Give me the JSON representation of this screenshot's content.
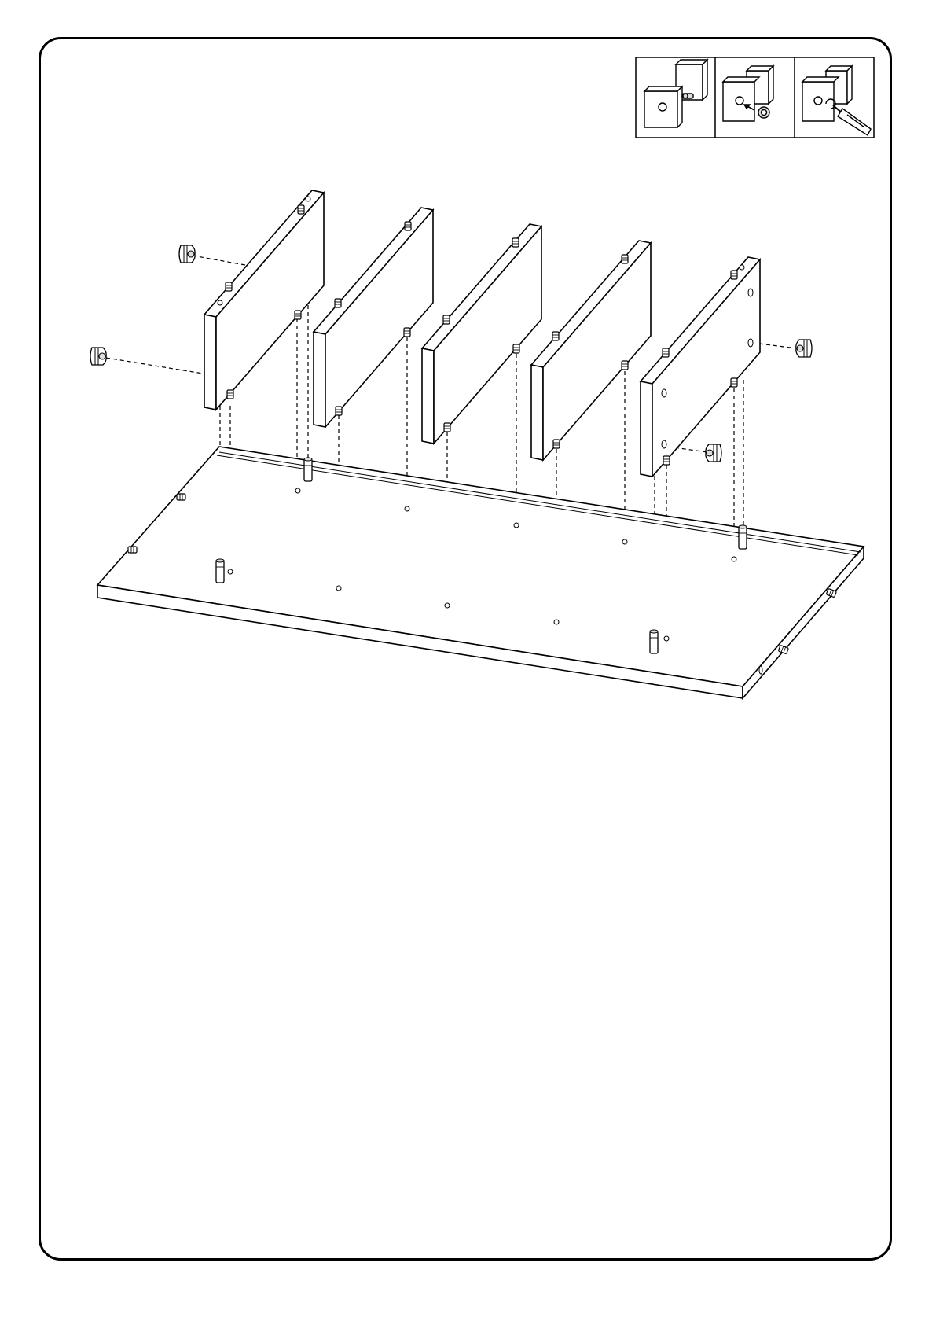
{
  "diagram": {
    "colors": {
      "line": "#000000",
      "fill": "#ffffff",
      "hardware": "#dddddd"
    },
    "panels": [
      {
        "name": "divider-panel-1"
      },
      {
        "name": "divider-panel-2"
      },
      {
        "name": "divider-panel-3"
      },
      {
        "name": "divider-panel-4"
      },
      {
        "name": "side-panel-with-cam-holes"
      }
    ],
    "base": {
      "name": "base-panel"
    },
    "hardware": [
      "cam-lock-icon",
      "dowel-icon",
      "cam-bolt-icon",
      "screwdriver-icon"
    ],
    "inset_steps": [
      {
        "name": "step-insert-cam-bolt"
      },
      {
        "name": "step-insert-cam-lock"
      },
      {
        "name": "step-tighten-with-screwdriver"
      }
    ]
  }
}
